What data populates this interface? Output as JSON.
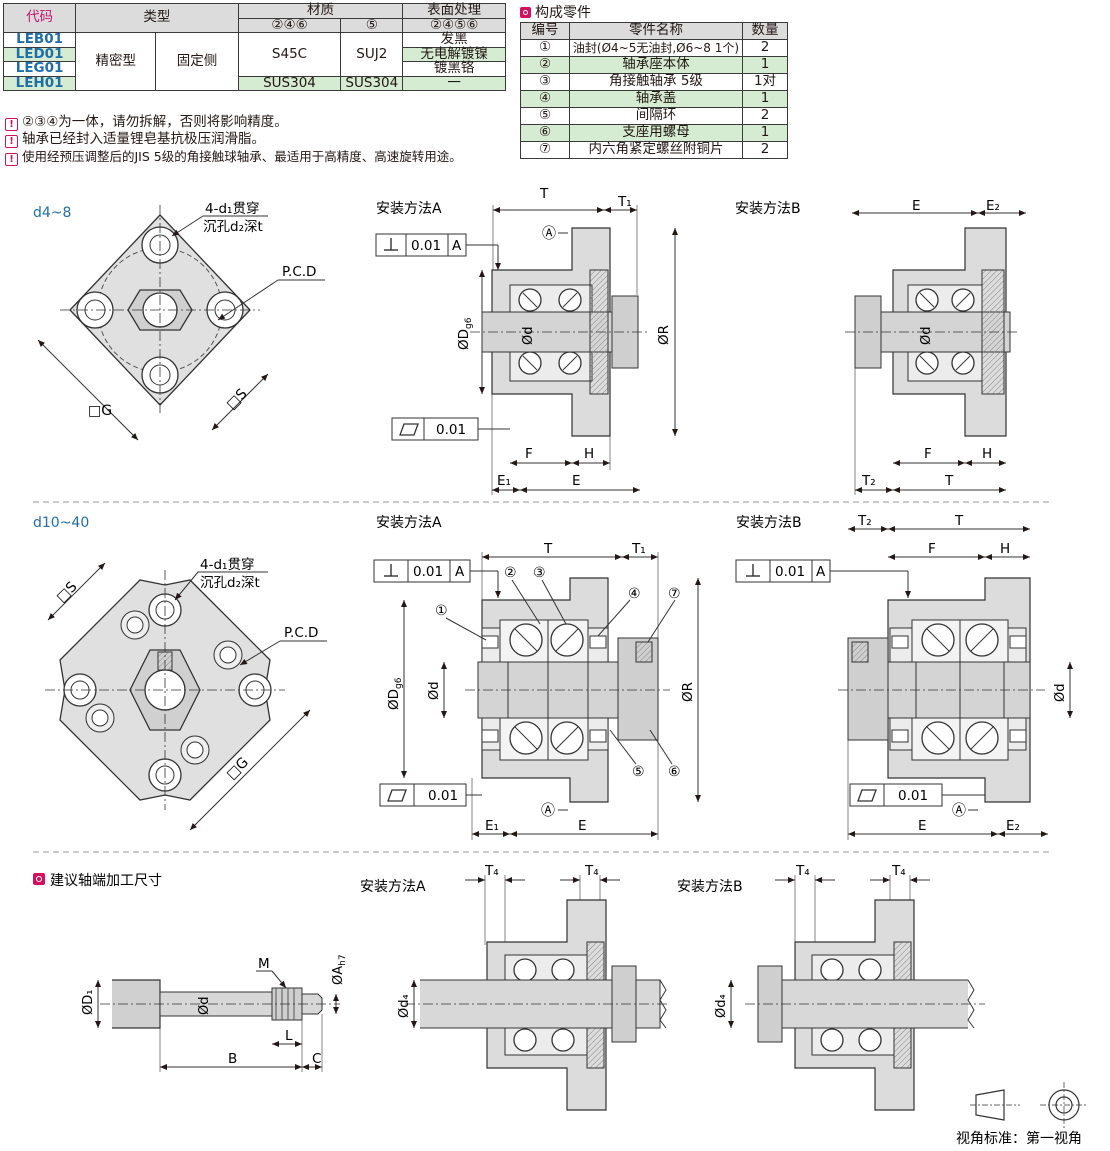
{
  "spec_table": {
    "headers": {
      "code": "代码",
      "type": "类型",
      "material": "材质",
      "surface": "表面处理"
    },
    "sub_headers": {
      "mat_a": "②④⑥",
      "mat_b": "⑤",
      "surf": "②④⑤⑥"
    },
    "codes": [
      "LEB01",
      "LED01",
      "LEG01",
      "LEH01"
    ],
    "type_precision": "精密型",
    "type_fixed": "固定侧",
    "material_s45c": "S45C",
    "material_suj2": "SUJ2",
    "material_sus304_a": "SUS304",
    "material_sus304_b": "SUS304",
    "surface": [
      "发黑",
      "无电解镀镍",
      "镀黑铬",
      "一"
    ]
  },
  "parts": {
    "title": "构成零件",
    "headers": {
      "no": "编号",
      "name": "零件名称",
      "qty": "数量"
    },
    "rows": [
      {
        "no": "①",
        "name": "油封(Ø4~5无油封,Ø6~8 1个)",
        "qty": "2"
      },
      {
        "no": "②",
        "name": "轴承座本体",
        "qty": "1"
      },
      {
        "no": "③",
        "name": "角接触轴承 5级",
        "qty": "1对"
      },
      {
        "no": "④",
        "name": "轴承盖",
        "qty": "1"
      },
      {
        "no": "⑤",
        "name": "间隔环",
        "qty": "2"
      },
      {
        "no": "⑥",
        "name": "支座用螺母",
        "qty": "1"
      },
      {
        "no": "⑦",
        "name": "内六角紧定螺丝附铜片",
        "qty": "2"
      }
    ]
  },
  "notes": [
    "②③④为一体，请勿拆解，否则将影响精度。",
    "轴承已经封入适量锂皂基抗极压润滑脂。",
    "使用经预压调整后的JIS 5级的角接触球轴承、最适用于高精度、高速旋转用途。"
  ],
  "labels": {
    "d_small": "d4~8",
    "d_large": "d10~40",
    "hole": "4-d₁贯穿",
    "hole2": "沉孔d₂深t",
    "pcd": "P.C.D",
    "G": "□G",
    "S": "□S",
    "method_a": "安装方法A",
    "method_b": "安装方法B",
    "shaft_title": "建议轴端加工尺寸",
    "tol_perp": "0.01",
    "datum": "A",
    "tol_flat": "0.01",
    "view_std": "视角标准：第一视角"
  },
  "dims": {
    "T": "T",
    "T1": "T₁",
    "T2": "T₂",
    "T4": "T₄",
    "E": "E",
    "E1": "E₁",
    "E2": "E₂",
    "F": "F",
    "H": "H",
    "R": "ØR",
    "Dg6": "ØD",
    "g6": "g6",
    "d": "Ød",
    "d4": "Ød₄",
    "D1": "ØD₁",
    "Ah7": "ØA",
    "h7": "h7",
    "M": "M",
    "L": "L",
    "B": "B",
    "C": "C",
    "circA": "Ⓐ",
    "c1": "①",
    "c2": "②",
    "c3": "③",
    "c4": "④",
    "c5": "⑤",
    "c6": "⑥",
    "c7": "⑦"
  }
}
